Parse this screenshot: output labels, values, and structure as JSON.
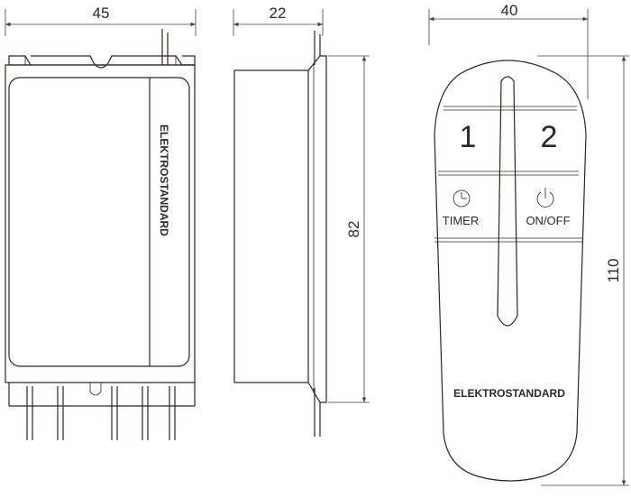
{
  "dimensions": {
    "receiver_width": "45",
    "receiver_depth": "22",
    "receiver_height": "82",
    "remote_width": "40",
    "remote_height": "110"
  },
  "receiver": {
    "brand": "ELEKTROSTANDARD"
  },
  "remote": {
    "button_1": "1",
    "button_2": "2",
    "timer_label": "TIMER",
    "onoff_label": "ON/OFF",
    "brand": "ELEKTROSTANDARD"
  },
  "colors": {
    "outline": "#3a1f1f",
    "text": "#2a2a2a",
    "background": "#ffffff"
  },
  "icons": {
    "timer": "clock-icon",
    "power": "power-icon"
  }
}
